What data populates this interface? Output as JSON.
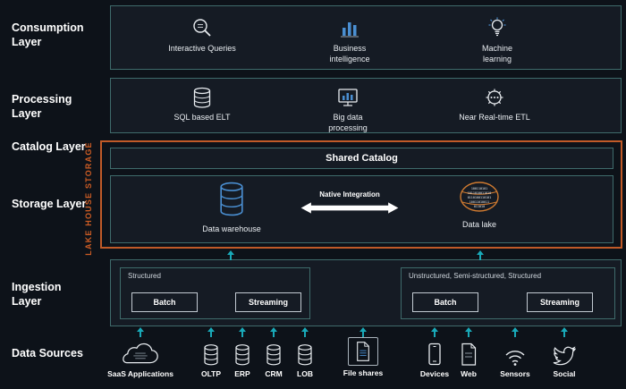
{
  "colors": {
    "background": "#0d1219",
    "panel_fill": "#151b24",
    "panel_border": "#3f6b6b",
    "orange_accent": "#c05a28",
    "arrow_teal": "#19a9b8",
    "icon_blue": "#4a8fd2",
    "text_white": "#ffffff"
  },
  "side_labels": {
    "consumption": "Consumption Layer",
    "processing": "Processing Layer",
    "catalog": "Catalog Layer",
    "storage": "Storage Layer",
    "ingestion": "Ingestion Layer",
    "data_sources": "Data Sources"
  },
  "lake_house_storage_label": "LAKE HOUSE STORAGE",
  "consumption_layer": {
    "items": [
      {
        "label": "Interactive Queries",
        "icon": "magnifier-icon"
      },
      {
        "label": "Business intelligence",
        "icon": "bar-chart-icon"
      },
      {
        "label": "Machine learning",
        "icon": "lightbulb-icon"
      }
    ]
  },
  "processing_layer": {
    "items": [
      {
        "label": "SQL based ELT",
        "icon": "database-cylinder-icon"
      },
      {
        "label": "Big data processing",
        "icon": "big-data-processing-icon"
      },
      {
        "label": "Near Real-time ETL",
        "icon": "gear-icon"
      }
    ]
  },
  "catalog_layer": {
    "title": "Shared Catalog"
  },
  "storage_layer": {
    "data_warehouse_label": "Data warehouse",
    "native_integration_label": "Native Integration",
    "data_lake_label": "Data lake"
  },
  "ingestion_layer": {
    "structured_group": {
      "title": "Structured",
      "batch_label": "Batch",
      "streaming_label": "Streaming"
    },
    "unstructured_group": {
      "title": "Unstructured, Semi-structured, Structured",
      "batch_label": "Batch",
      "streaming_label": "Streaming"
    }
  },
  "data_sources": [
    {
      "label": "SaaS Applications",
      "icon": "cloud-icon"
    },
    {
      "label": "OLTP",
      "icon": "database-icon"
    },
    {
      "label": "ERP",
      "icon": "database-icon"
    },
    {
      "label": "CRM",
      "icon": "database-icon"
    },
    {
      "label": "LOB",
      "icon": "database-icon"
    },
    {
      "label": "File shares",
      "icon": "file-document-icon"
    },
    {
      "label": "Devices",
      "icon": "mobile-device-icon"
    },
    {
      "label": "Web",
      "icon": "web-page-icon"
    },
    {
      "label": "Sensors",
      "icon": "wifi-icon"
    },
    {
      "label": "Social",
      "icon": "bird-icon"
    }
  ]
}
